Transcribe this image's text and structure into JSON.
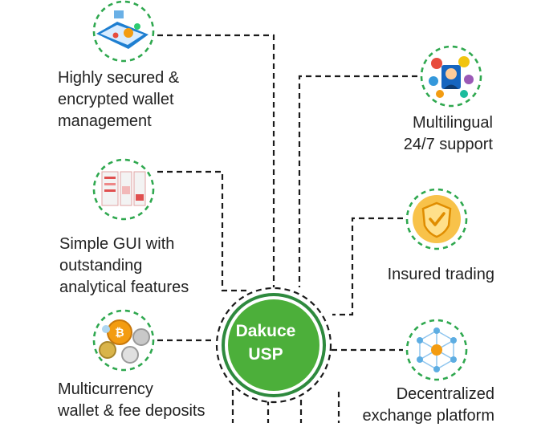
{
  "center": {
    "line1": "Dakuce",
    "line2": "USP"
  },
  "features": [
    {
      "id": "secured-wallet",
      "icon": "tablet-crypto-icon",
      "lines": [
        "Highly secured &",
        "encrypted wallet",
        "management"
      ]
    },
    {
      "id": "multilingual",
      "icon": "support-agent-icon",
      "lines": [
        "Multilingual",
        "24/7  support"
      ]
    },
    {
      "id": "simple-gui",
      "icon": "dashboard-ui-icon",
      "lines": [
        "Simple GUI with",
        "outstanding",
        "analytical features"
      ]
    },
    {
      "id": "insured-trading",
      "icon": "shield-check-icon",
      "lines": [
        "Insured trading"
      ]
    },
    {
      "id": "multicurrency",
      "icon": "coins-icon",
      "lines": [
        "Multicurrency",
        "wallet & fee deposits"
      ]
    },
    {
      "id": "decentralized",
      "icon": "network-hub-icon",
      "lines": [
        "Decentralized",
        "exchange platform"
      ]
    }
  ],
  "colors": {
    "accent": "#2e9a49",
    "center_fill": "#4caf3a",
    "connector": "#1a1a1a",
    "icon_ring": "#2fa84f"
  }
}
